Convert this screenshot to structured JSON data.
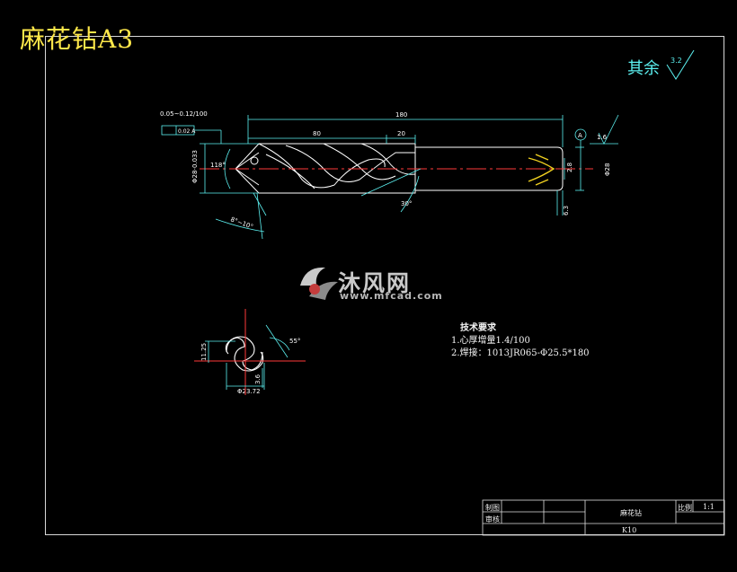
{
  "title": "麻花钻A3",
  "roughness": {
    "label": "其余",
    "value": "3.2"
  },
  "dimensions": {
    "overall_length": "180",
    "flute_length": "80",
    "shank_step": "20",
    "runout_note": "0.05~0.12/100",
    "tolerance_frame": "0.02 A",
    "point_angle": "118°",
    "body_diameter": "Φ28-0.033",
    "helix_angle": "30°",
    "lip_relief": "8°~10°",
    "shank_diameter": "Φ28",
    "end_step": "2.8",
    "end_chamfer": "6.3",
    "datum": "A",
    "shank_roughness": "1.6",
    "web_width": "11.25",
    "web_offset": "3.6",
    "section_diameter": "Φ23.72",
    "section_angle": "55°"
  },
  "tech_requirements": {
    "heading": "技术要求",
    "items": [
      "1.心厚增量1.4/100",
      "2.焊接：1013JR065-Φ25.5*180"
    ]
  },
  "watermark": {
    "text": "沐风网",
    "url": "www.mfcad.com"
  },
  "title_block": {
    "drawn_by": "制图",
    "checked_by": "审核",
    "part_name": "麻花钻",
    "scale_label": "比例",
    "scale_value": "1:1",
    "material": "K10"
  }
}
